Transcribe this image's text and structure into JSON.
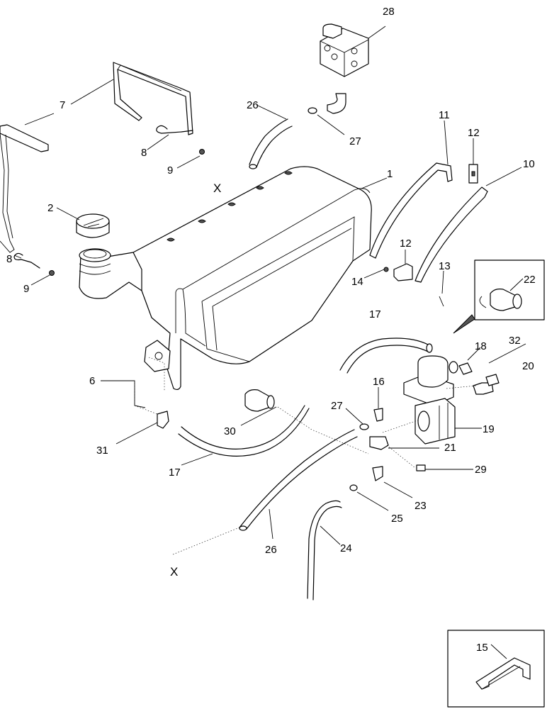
{
  "callouts": {
    "c1": "1",
    "c2": "2",
    "c6": "6",
    "c7": "7",
    "c8a": "8",
    "c8b": "8",
    "c9a": "9",
    "c9b": "9",
    "c10": "10",
    "c11": "11",
    "c12a": "12",
    "c12b": "12",
    "c13": "13",
    "c14": "14",
    "c15": "15",
    "c16": "16",
    "c17a": "17",
    "c17b": "17",
    "c18": "18",
    "c19": "19",
    "c20": "20",
    "c21": "21",
    "c22": "22",
    "c23": "23",
    "c24": "24",
    "c25": "25",
    "c26a": "26",
    "c26b": "26",
    "c27a": "27",
    "c27b": "27",
    "c28": "28",
    "c29": "29",
    "c30": "30",
    "c31": "31",
    "c32": "32",
    "xa": "X",
    "xb": "X"
  },
  "colors": {
    "line": "#000000",
    "background": "#ffffff",
    "shade": "#cfcfcf"
  }
}
